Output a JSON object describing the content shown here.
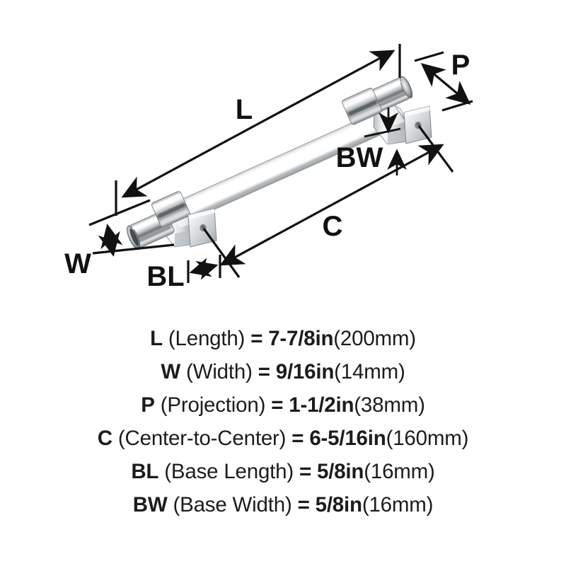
{
  "diagram": {
    "title": "cabinet-pull-dimension-diagram",
    "product": "clear acrylic bar pull with polished chrome mounting posts and square bases",
    "line_color": "#111111",
    "labels": {
      "L": "L",
      "W": "W",
      "P": "P",
      "C": "C",
      "BL": "BL",
      "BW": "BW"
    }
  },
  "specs": [
    {
      "code": "L",
      "name": "(Length)",
      "eq": "=",
      "imperial": "7-7/8in",
      "metric": "(200mm)"
    },
    {
      "code": "W",
      "name": "(Width)",
      "eq": "=",
      "imperial": "9/16in",
      "metric": "(14mm)"
    },
    {
      "code": "P",
      "name": "(Projection)",
      "eq": "=",
      "imperial": "1-1/2in",
      "metric": "(38mm)"
    },
    {
      "code": "C",
      "name": "(Center-to-Center)",
      "eq": "=",
      "imperial": "6-5/16in",
      "metric": "(160mm)"
    },
    {
      "code": "BL",
      "name": "(Base Length)",
      "eq": "=",
      "imperial": "5/8in",
      "metric": "(16mm)"
    },
    {
      "code": "BW",
      "name": "(Base Width)",
      "eq": "=",
      "imperial": "5/8in",
      "metric": "(16mm)"
    }
  ]
}
